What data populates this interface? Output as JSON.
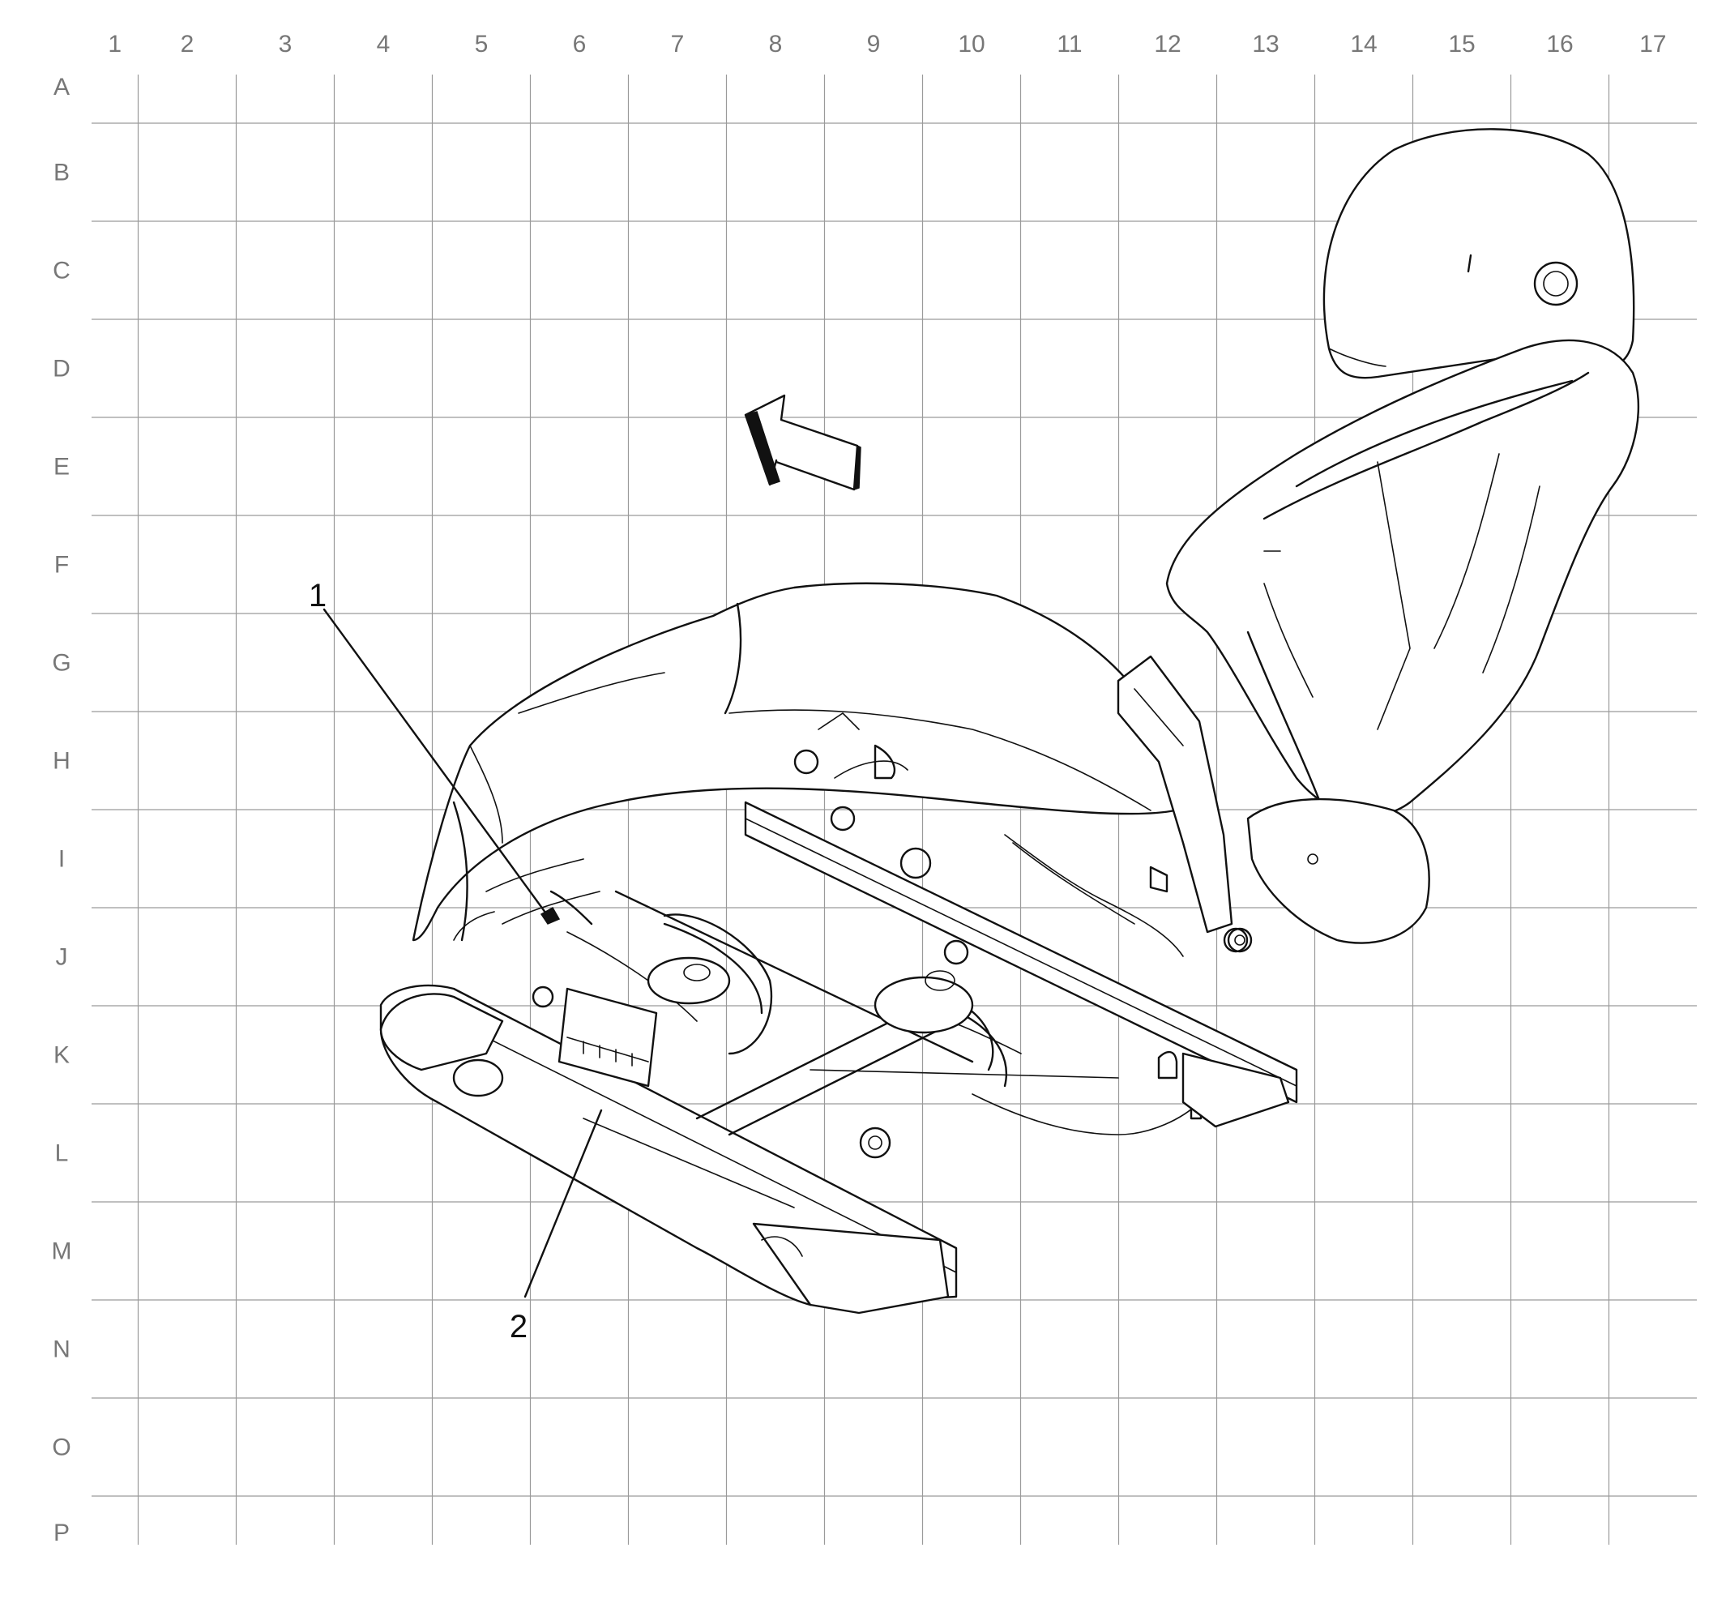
{
  "grid": {
    "columns": [
      "1",
      "2",
      "3",
      "4",
      "5",
      "6",
      "7",
      "8",
      "9",
      "10",
      "11",
      "12",
      "13",
      "14",
      "15",
      "16",
      "17"
    ],
    "rows": [
      "A",
      "B",
      "C",
      "D",
      "E",
      "F",
      "G",
      "H",
      "I",
      "J",
      "K",
      "L",
      "M",
      "N",
      "O",
      "P"
    ]
  },
  "callouts": [
    {
      "id": "1",
      "label": "1"
    },
    {
      "id": "2",
      "label": "2"
    }
  ],
  "colors": {
    "grid": "#9a9a9a",
    "labels": "#777777",
    "ink": "#111111",
    "background": "#ffffff"
  }
}
